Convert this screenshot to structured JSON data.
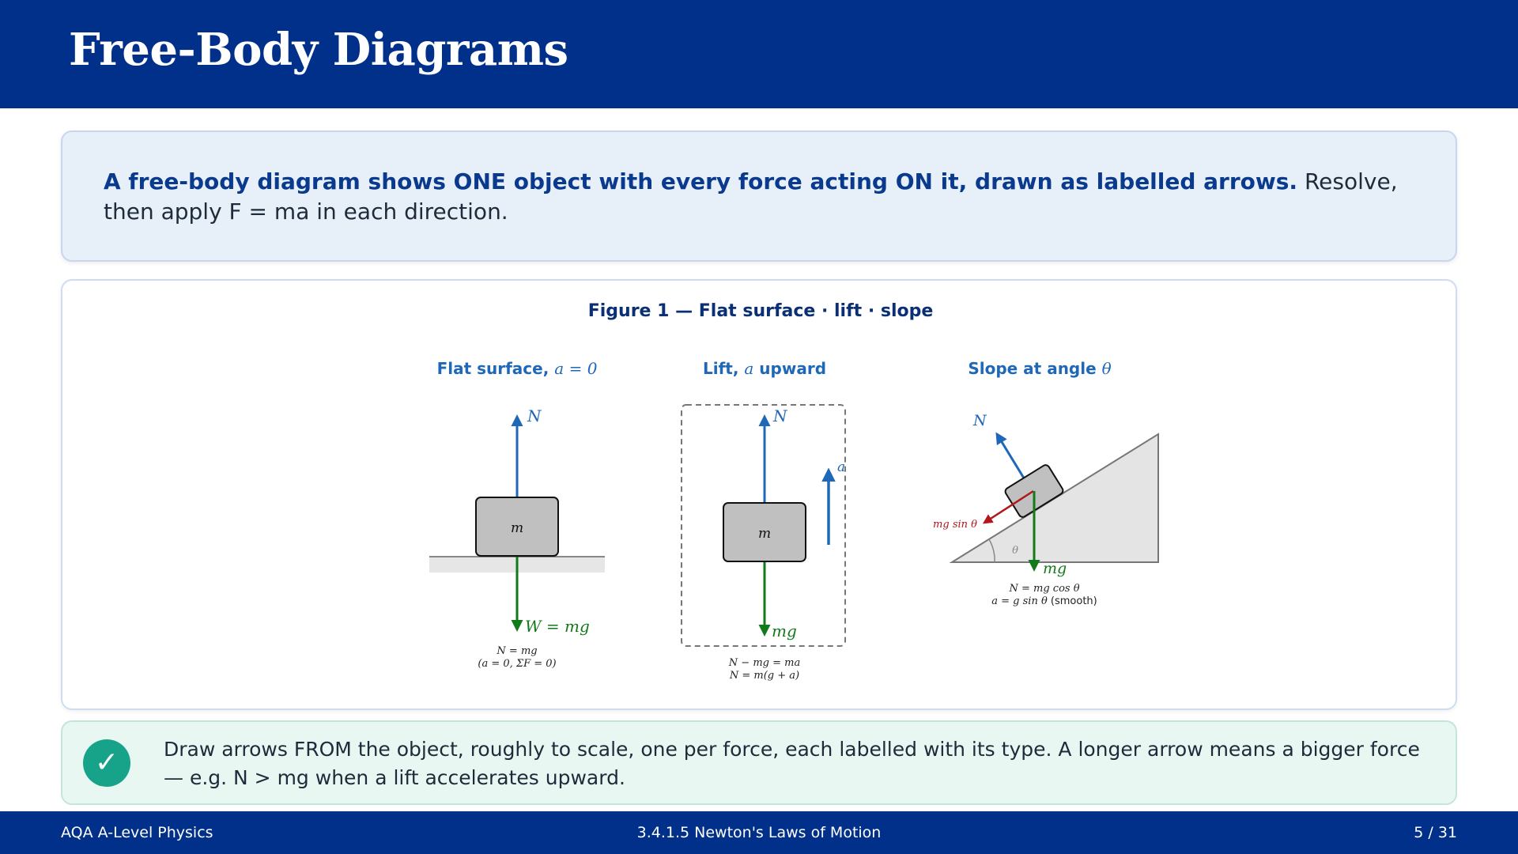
{
  "slide": {
    "title": "Free-Body Diagrams",
    "definition": {
      "bold": "A free-body diagram shows ONE object with every force acting ON it, drawn as labelled arrows.",
      "rest": " Resolve, then apply F = ma in each direction."
    },
    "tip": {
      "icon": "check-icon",
      "glyph": "✓",
      "text": "Draw arrows FROM the object, roughly to scale, one per force, each labelled with its type. A longer arrow means a bigger force — e.g. N > mg when a lift accelerates upward."
    },
    "footer": {
      "left": "AQA A-Level Physics",
      "center": "3.4.1.5  Newton's Laws of Motion",
      "right": "5 / 31"
    }
  },
  "figure": {
    "caption": "Figure 1 — Flat surface · lift · slope",
    "panels": {
      "flat": {
        "title_text": "Flat surface, ",
        "title_math": "a = 0",
        "block": "m",
        "up_force": "N",
        "down_force": "W = mg",
        "eq1": "N  =  mg",
        "eq2": "(a  =  0, ΣF  =  0)"
      },
      "lift": {
        "title_text": "Lift, ",
        "title_math": "a",
        "title_text2": " upward",
        "block": "m",
        "up_force": "N",
        "down_force": "mg",
        "accel": "a",
        "eq1": "N − mg  =  ma",
        "eq2": "N  =  m(g + a)"
      },
      "slope": {
        "title_text": "Slope at angle ",
        "title_math": "θ",
        "normal": "N",
        "weight": "mg",
        "component": "mg sin θ",
        "angle": "θ",
        "eq1": "N  =  mg cos θ",
        "eq2_math": "a  =  g sin θ",
        "eq2_text": " (smooth)"
      }
    },
    "colors": {
      "normal": "#1f68b8",
      "weight": "#137a1b",
      "component": "#b3161b",
      "block": "#c0c0c0",
      "title": "#1f68b8",
      "caption": "#0a2f74"
    }
  }
}
